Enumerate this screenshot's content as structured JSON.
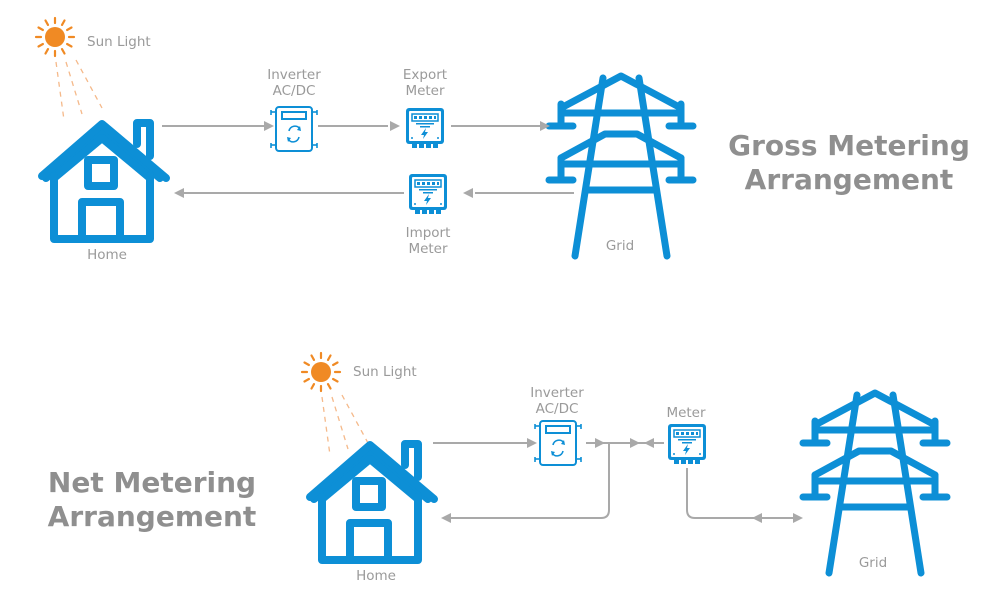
{
  "colors": {
    "icon_blue": "#0d8fd6",
    "sun_orange": "#f08a24",
    "label_gray": "#9a9a9a",
    "title_gray": "#8f8f8f",
    "flow_line_gray": "#a9a9a9"
  },
  "gross": {
    "title_line1": "Gross Metering",
    "title_line2": "Arrangement",
    "sun_label": "Sun Light",
    "home_label": "Home",
    "inverter_label_line1": "Inverter",
    "inverter_label_line2": "AC/DC",
    "export_meter_line1": "Export",
    "export_meter_line2": "Meter",
    "import_meter_line1": "Import",
    "import_meter_line2": "Meter",
    "grid_label": "Grid"
  },
  "net": {
    "title_line1": "Net Metering",
    "title_line2": "Arrangement",
    "sun_label": "Sun Light",
    "home_label": "Home",
    "inverter_label_line1": "Inverter",
    "inverter_label_line2": "AC/DC",
    "meter_label": "Meter",
    "grid_label": "Grid"
  }
}
